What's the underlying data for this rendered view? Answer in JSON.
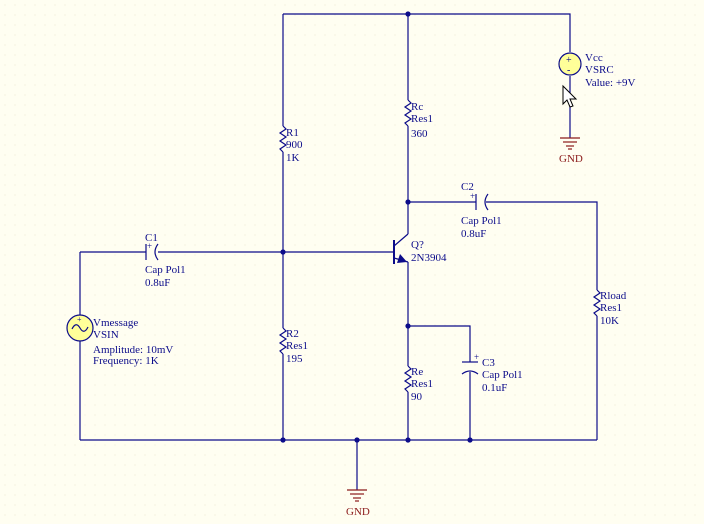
{
  "components": {
    "vcc": {
      "name": "Vcc",
      "model": "VSRC",
      "value": "Value: +9V"
    },
    "rc": {
      "name": "Rc",
      "model": "Res1",
      "value": "360"
    },
    "r1": {
      "name": "R1",
      "model": "900",
      "value": "1K"
    },
    "c2": {
      "name": "C2",
      "model": "Cap Pol1",
      "value": "0.8uF"
    },
    "c1": {
      "name": "C1",
      "model": "Cap Pol1",
      "value": "0.8uF"
    },
    "q": {
      "name": "Q?",
      "model": "2N3904"
    },
    "rload": {
      "name": "Rload",
      "model": "Res1",
      "value": "10K"
    },
    "vmsg": {
      "name": "Vmessage",
      "model": "VSIN",
      "amplitude": "Amplitude: 10mV",
      "frequency": "Frequency: 1K"
    },
    "r2": {
      "name": "R2",
      "model": "Res1",
      "value": "195"
    },
    "c3": {
      "name": "C3",
      "model": "Cap Pol1",
      "value": "0.1uF"
    },
    "re": {
      "name": "Re",
      "model": "Res1",
      "value": "90"
    }
  },
  "ground_labels": {
    "top": "GND",
    "bottom": "GND"
  },
  "colors": {
    "wire": "#0c0c8a",
    "ground": "#8b1a1a",
    "source_fill": "#ffff99",
    "background": "#fffef1"
  }
}
